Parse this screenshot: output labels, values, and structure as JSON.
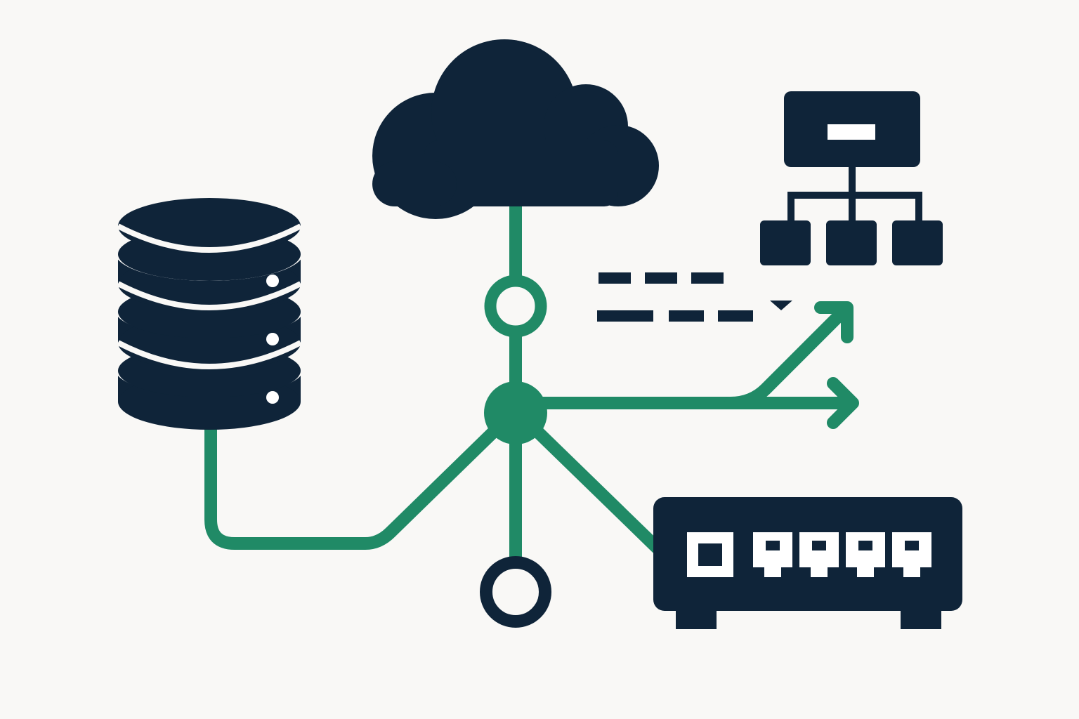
{
  "colors": {
    "background": "#f9f8f6",
    "navy": "#0f2439",
    "green": "#208a66",
    "white": "#ffffff"
  },
  "icons": [
    "cloud-icon",
    "database-icon",
    "org-chart-icon",
    "network-switch-icon",
    "hub-node-icon",
    "ring-node-icon",
    "arrow-icon"
  ],
  "diagram": {
    "database_ports": 3,
    "switch_ports": 5,
    "org_chart_children": 3,
    "arrows": 2,
    "dash_rows": 2
  }
}
